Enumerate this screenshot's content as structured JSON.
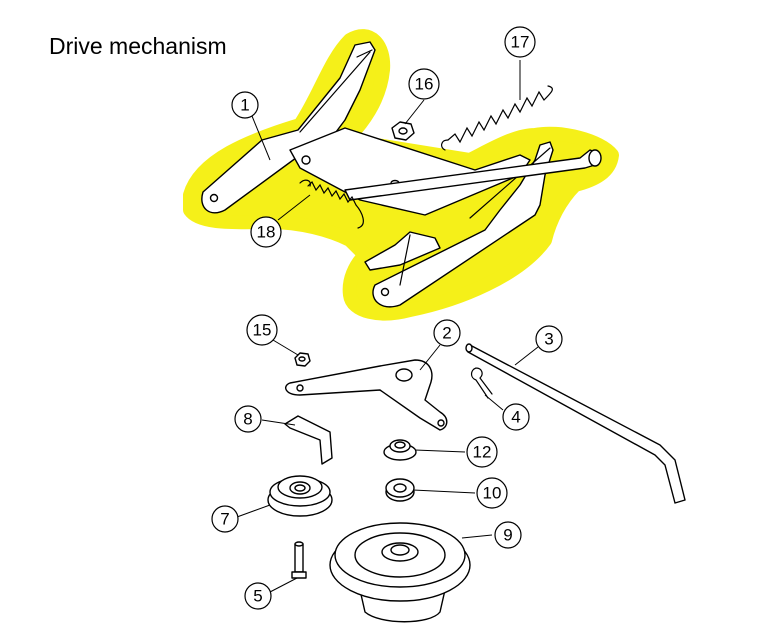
{
  "title": "Drive mechanism",
  "highlight_color": "#f5f019",
  "callouts": [
    {
      "number": "1"
    },
    {
      "number": "2"
    },
    {
      "number": "3"
    },
    {
      "number": "4"
    },
    {
      "number": "5"
    },
    {
      "number": "7"
    },
    {
      "number": "8"
    },
    {
      "number": "9"
    },
    {
      "number": "10"
    },
    {
      "number": "12"
    },
    {
      "number": "15"
    },
    {
      "number": "16"
    },
    {
      "number": "17"
    },
    {
      "number": "18"
    }
  ]
}
